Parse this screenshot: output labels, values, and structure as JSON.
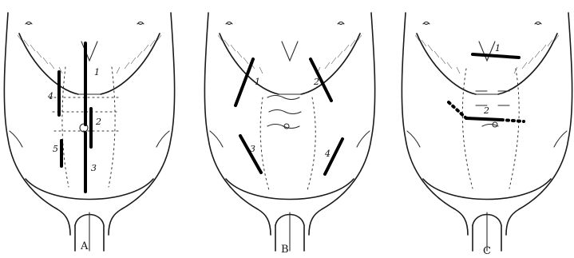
{
  "panels": [
    {
      "id": "A",
      "caption": "A",
      "labels": [
        "1",
        "2",
        "3",
        "4",
        "5"
      ]
    },
    {
      "id": "B",
      "caption": "B",
      "labels": [
        "1",
        "2",
        "3",
        "4"
      ]
    },
    {
      "id": "C",
      "caption": "C",
      "labels": [
        "1",
        "2"
      ]
    }
  ],
  "colors": {
    "ink": "#1a1a1a",
    "paper": "#ffffff"
  }
}
